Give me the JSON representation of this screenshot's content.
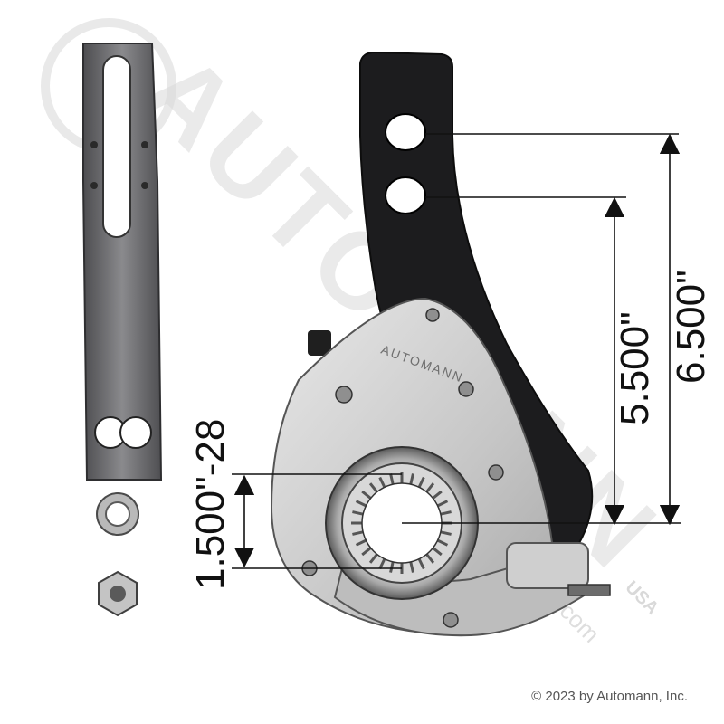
{
  "dimensions": {
    "upper_hole": "6.500\"",
    "lower_hole": "5.500\"",
    "spline": "1.500\"-28"
  },
  "part_stamp": "AUTOMANN",
  "watermark": {
    "brand": "AUTOMANN",
    "suffix": "USA",
    "url": "automann.com"
  },
  "copyright": "© 2023 by Automann, Inc.",
  "colors": {
    "arm": "#1c1c1e",
    "housing": "#cfcfcf",
    "bracket": "#6e6e70",
    "dim_line": "#111111",
    "watermark": "#d9d9d9"
  }
}
